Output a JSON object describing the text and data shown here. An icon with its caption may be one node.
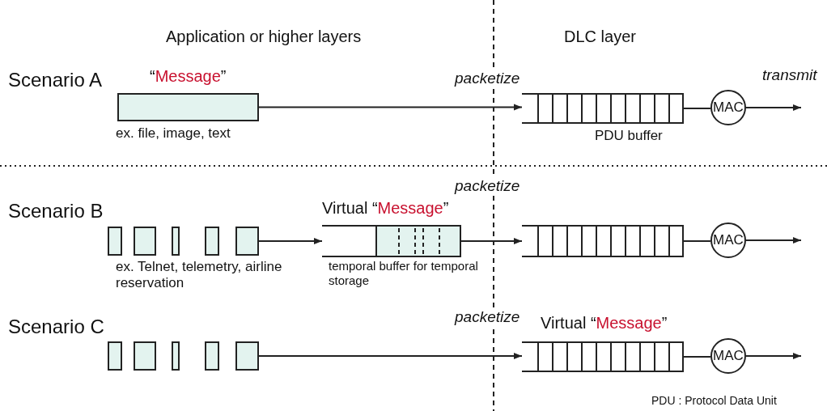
{
  "diagram": {
    "nodes": [
      {
        "text": [
          "“Message”"
        ],
        "beside": [
          "ex. file, image, text"
        ]
      },
      {
        "text": [],
        "shape": "box",
        "beside": [
          "PDU buffer"
        ]
      },
      {
        "text": [
          "MAC"
        ]
      },
      {
        "text": [],
        "shape": "box"
      },
      {
        "text": [],
        "shape": "box"
      },
      {
        "text": [],
        "shape": "box"
      },
      {
        "text": [],
        "shape": "box"
      },
      {
        "text": [],
        "shape": "box"
      },
      {
        "text": [
          "Virtual “Message”"
        ],
        "beside": [
          "temporal buffer for temporal storage"
        ]
      },
      {
        "text": [],
        "shape": "box"
      },
      {
        "text": [
          "MAC"
        ]
      },
      {
        "text": [],
        "shape": "box"
      },
      {
        "text": [],
        "shape": "box"
      },
      {
        "text": [],
        "shape": "box"
      },
      {
        "text": [],
        "shape": "box"
      },
      {
        "text": [],
        "shape": "box"
      },
      {
        "text": [
          "Virtual “Message”"
        ]
      },
      {
        "text": [
          "MAC"
        ]
      }
    ],
    "edges": [
      {
        "from": 0,
        "to": 1,
        "arrow": "to",
        "label": "packetize"
      },
      {
        "from": 1,
        "to": 2,
        "arrow": "none"
      },
      {
        "from": 2,
        "to": null,
        "arrow": "to",
        "label": "transmit"
      },
      {
        "from": 7,
        "to": 8,
        "arrow": "to"
      },
      {
        "from": 8,
        "to": 9,
        "arrow": "to",
        "label": "packetize"
      },
      {
        "from": 9,
        "to": 10,
        "arrow": "none"
      },
      {
        "from": 10,
        "to": null,
        "arrow": "to"
      },
      {
        "from": 15,
        "to": 16,
        "arrow": "to",
        "label": "packetize"
      },
      {
        "from": 16,
        "to": 17,
        "arrow": "none"
      },
      {
        "from": 17,
        "to": null,
        "arrow": "to"
      }
    ],
    "labels": [
      "Application or higher layers",
      "DLC layer",
      "Scenario A",
      "Scenario B",
      "ex. Telnet, telemetry, airline reservation",
      "Scenario C",
      "PDU : Protocol Data Unit"
    ]
  }
}
